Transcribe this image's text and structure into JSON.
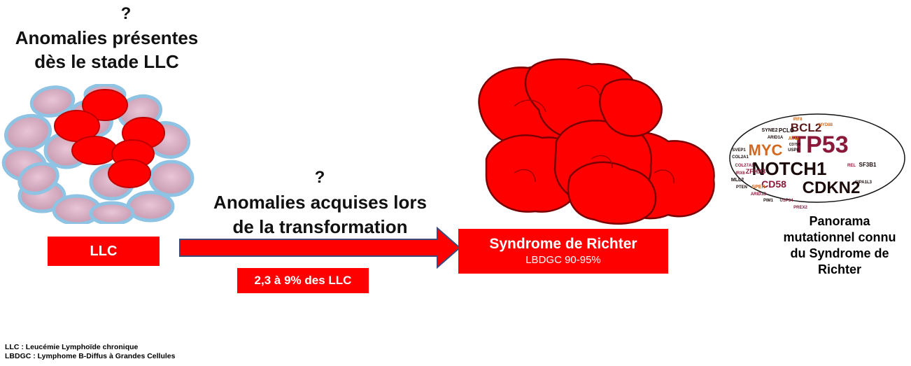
{
  "top_left": {
    "question": "?",
    "line1": "Anomalies présentes",
    "line2": "dès le stade LLC"
  },
  "middle": {
    "question": "?",
    "line1": "Anomalies acquises lors",
    "line2": "de la transformation"
  },
  "llc_box": {
    "label": "LLC"
  },
  "percent_box": {
    "label": "2,3 à 9% des LLC"
  },
  "richter_box": {
    "title": "Syndrome de Richter",
    "subtitle": "LBDGC 90-95%"
  },
  "panorama": {
    "line1": "Panorama",
    "line2": "mutationnel connu",
    "line3": "du Syndrome de",
    "line4": "Richter"
  },
  "word_cloud": {
    "words": [
      {
        "text": "TP53",
        "color": "#8b1a3a"
      },
      {
        "text": "NOTCH1",
        "color": "#1a0a0a"
      },
      {
        "text": "CDKN2",
        "color": "#1a0a0a"
      },
      {
        "text": "MYC",
        "color": "#d2691e"
      },
      {
        "text": "BCL2",
        "color": "#5a1a1a"
      },
      {
        "text": "CD58",
        "color": "#8b1a3a"
      },
      {
        "text": "ZFHX3",
        "color": "#8b1a3a"
      },
      {
        "text": "SF3B1",
        "color": "#1a0a0a"
      },
      {
        "text": "SYNE2",
        "color": "#1a0a0a"
      },
      {
        "text": "PCLO",
        "color": "#1a0a0a"
      },
      {
        "text": "ARID1A",
        "color": "#1a0a0a"
      },
      {
        "text": "IRF8",
        "color": "#d2691e"
      },
      {
        "text": "MYD88",
        "color": "#d2691e"
      },
      {
        "text": "ATM",
        "color": "#d2691e"
      },
      {
        "text": "SVEP1",
        "color": "#1a0a0a"
      },
      {
        "text": "COL2A1",
        "color": "#1a0a0a"
      },
      {
        "text": "COL27A1",
        "color": "#8b1a3a"
      },
      {
        "text": "IRX6",
        "color": "#8b1a3a"
      },
      {
        "text": "MLL2",
        "color": "#1a0a0a"
      },
      {
        "text": "PTEN",
        "color": "#1a0a0a"
      },
      {
        "text": "SPEN",
        "color": "#d2691e"
      },
      {
        "text": "ARID1B",
        "color": "#8b1a3a"
      },
      {
        "text": "PIM1",
        "color": "#1a0a0a"
      },
      {
        "text": "USP34",
        "color": "#8b1a3a"
      },
      {
        "text": "SIPA1L3",
        "color": "#1a0a0a"
      },
      {
        "text": "PREX2",
        "color": "#8b1a3a"
      },
      {
        "text": "REL",
        "color": "#8b1a3a"
      },
      {
        "text": "CD79B",
        "color": "#1a0a0a"
      },
      {
        "text": "USP8",
        "color": "#1a0a0a"
      }
    ]
  },
  "legend": {
    "line1": "LLC : Leucémie Lymphoïde chronique",
    "line2": "LBDGC : Lymphome B-Diffus à Grandes Cellules"
  },
  "colors": {
    "red": "#ff0000",
    "cell_pink": "#d9aec4",
    "cell_blue": "#a9d1ea",
    "arrow_border": "#3a4a7a"
  }
}
